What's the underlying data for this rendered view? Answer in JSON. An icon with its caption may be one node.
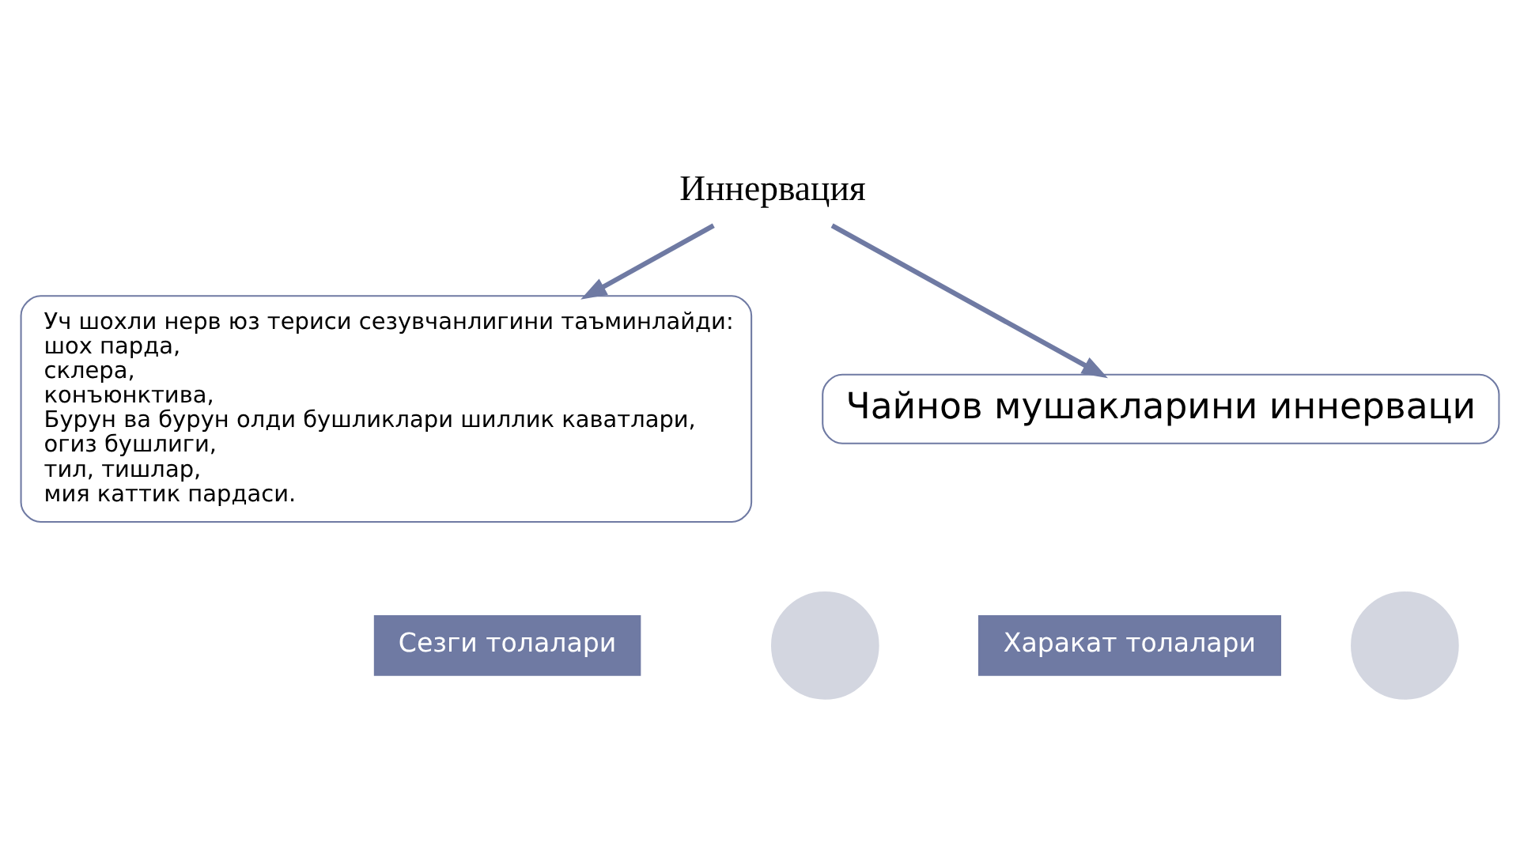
{
  "diagram": {
    "nodes": [
      {
        "text": [
          "Иннервация"
        ]
      },
      {
        "text": [
          "Уч шохли нерв юз териси сезувчанлигини таъминлайди:",
          " шох парда,",
          "склера,",
          "конъюнктива,",
          "Бурун ва бурун олди бушликлари шиллик каватлари,",
          "огиз бушлиги,",
          "тил, тишлар,",
          "мия каттик пардаси."
        ]
      },
      {
        "text": [
          "Сезги толалари"
        ]
      },
      {
        "text": [
          "Чайнов мушакларини иннерваци"
        ]
      },
      {
        "text": [
          "Харакат толалари"
        ]
      },
      {
        "text": [],
        "shape": "circle"
      },
      {
        "text": [],
        "shape": "circle"
      }
    ],
    "edges": [
      {
        "from": 0,
        "to": 1,
        "arrow": "to"
      },
      {
        "from": 0,
        "to": 3,
        "arrow": "to"
      }
    ]
  }
}
